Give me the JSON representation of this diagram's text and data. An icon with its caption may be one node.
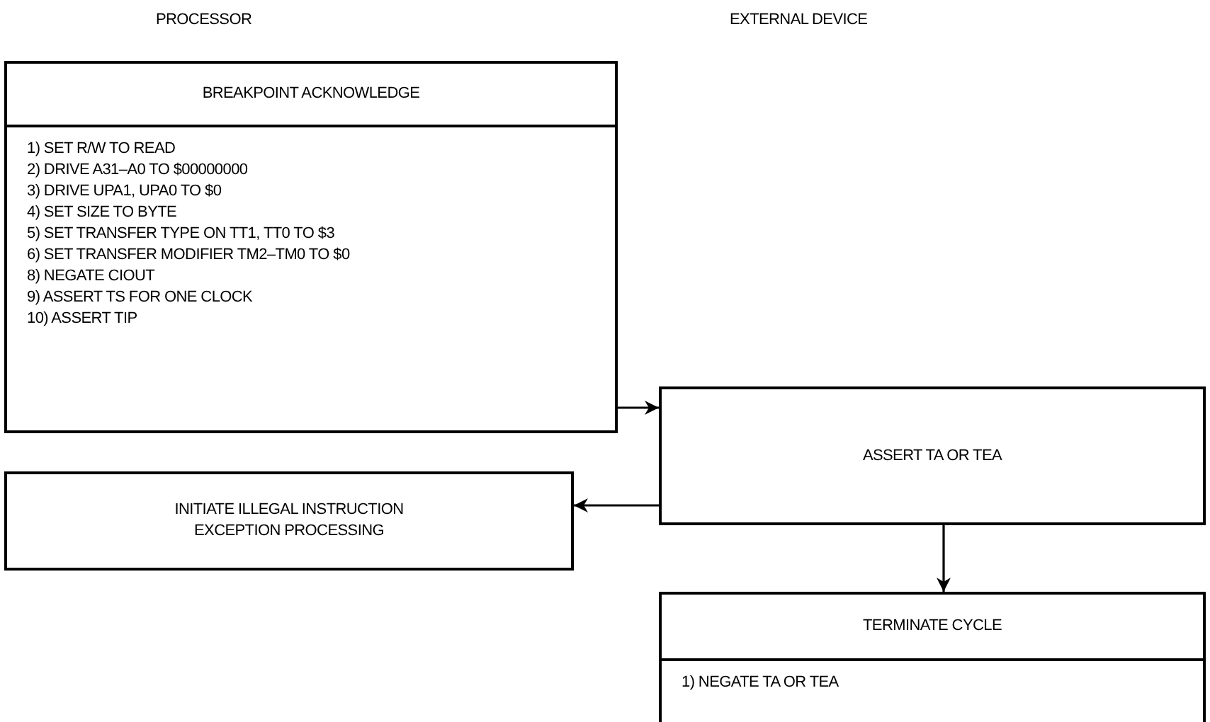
{
  "diagram": {
    "nodes": [
      {
        "text": [
          "BREAKPOINT ACKNOWLEDGE",
          "1) SET R/W TO READ",
          "2) DRIVE A31–A0 TO $00000000",
          "3) DRIVE UPA1, UPA0 TO $0",
          "4) SET SIZE TO BYTE",
          "5) SET TRANSFER TYPE ON TT1, TT0 TO $3",
          "6) SET TRANSFER MODIFIER TM2–TM0 TO $0",
          "8) NEGATE CIOUT",
          "9) ASSERT TS FOR ONE CLOCK",
          "10) ASSERT TIP"
        ]
      },
      {
        "text": [
          "ASSERT TA OR TEA"
        ]
      },
      {
        "text": [
          "INITIATE ILLEGAL INSTRUCTION EXCEPTION PROCESSING"
        ]
      },
      {
        "text": [
          "TERMINATE CYCLE",
          "1) NEGATE TA OR TEA"
        ]
      }
    ],
    "edges": [
      {
        "from": 0,
        "to": 1,
        "arrow": "to"
      },
      {
        "from": 1,
        "to": 2,
        "arrow": "to"
      },
      {
        "from": 1,
        "to": 3,
        "arrow": "to"
      }
    ],
    "labels": [
      "PROCESSOR",
      "EXTERNAL DEVICE"
    ]
  }
}
